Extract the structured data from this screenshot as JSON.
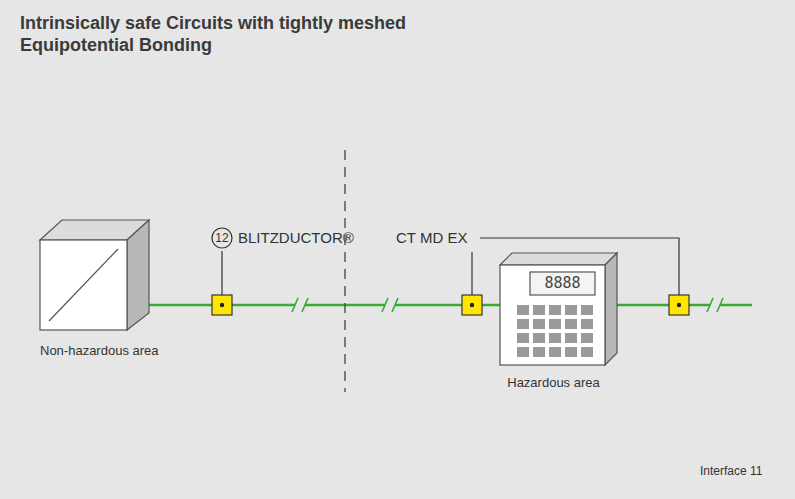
{
  "diagram": {
    "title": "Intrinsically safe Circuits with tightly meshed Equipotential Bonding",
    "nodes": [
      {
        "text": [
          "Non-hazardous area"
        ]
      },
      {
        "text": [
          "8888",
          "Hazardous area"
        ]
      }
    ],
    "edges": [
      {
        "from": 0,
        "to": 1,
        "arrow": "none"
      }
    ],
    "labels": [
      "12",
      "BLITZDUCTOR®",
      "CT MD EX",
      "Interface 11"
    ]
  }
}
